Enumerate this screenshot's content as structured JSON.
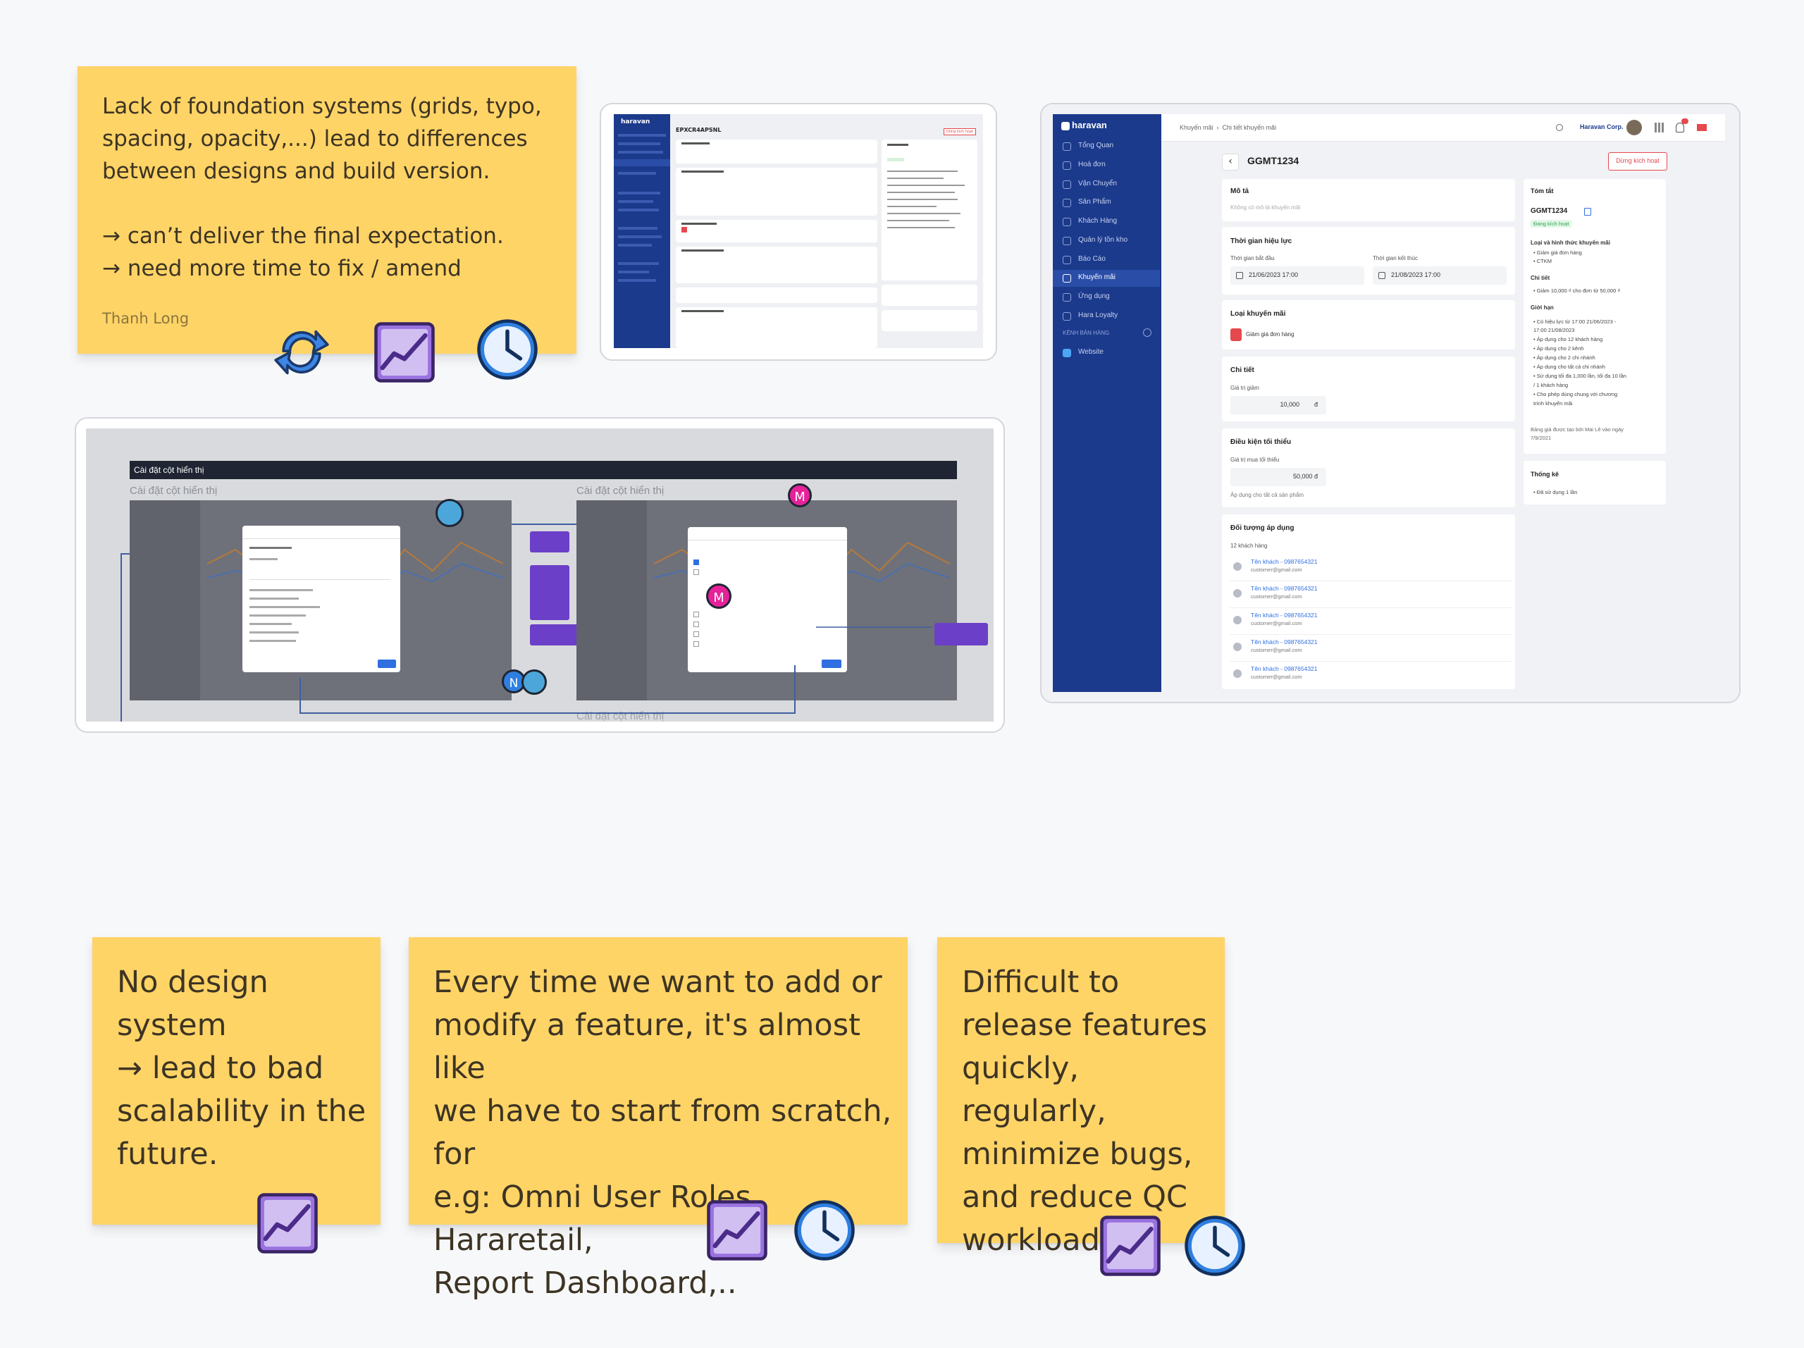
{
  "notes": {
    "foundation": {
      "text": "Lack of foundation systems (grids, typo,\nspacing, opacity,...) lead to differences\nbetween designs and build version.\n\n→ can’t deliver the final expectation.\n→ need more time to fix / amend",
      "author": "Thanh Long"
    },
    "design_system": {
      "text": "No design system\n→ lead to bad\nscalability in the\nfuture."
    },
    "scratch": {
      "text": "Every time we want to add or\nmodify a feature, it's almost like\nwe have to start from scratch, for\ne.g: Omni User Roles, Hararetail,\nReport Dashboard,.."
    },
    "release": {
      "text": "Difficult to\nrelease features\nquickly, regularly,\nminimize bugs,\nand reduce QC\nworkload"
    }
  },
  "reactions": {
    "icons": [
      "repeat-arrows-icon",
      "chart-increasing-icon",
      "clock-icon"
    ],
    "colors": {
      "purple": "#8a63d2",
      "blue": "#2f7fe0",
      "clock_face": "#e8f1ff"
    }
  },
  "mockup_small": {
    "brand": "haravan",
    "code": "EPXCR4APSNL",
    "activate_button": "Dừng kích hoạt"
  },
  "mockup_display_settings": {
    "header": "Cài đặt cột hiển thị",
    "label_left": "Cài đặt cột hiển thị",
    "label_right": "Cài đặt cột hiển thị",
    "label_bottom": "Cài đặt cột hiển thị",
    "avatars": [
      "M",
      "M",
      "N"
    ],
    "colors": {
      "magenta": "#e6219a",
      "purple": "#6b3fc7",
      "navy": "#1f2533"
    }
  },
  "mockup_promo": {
    "brand": "haravan",
    "breadcrumb": [
      "Khuyến mãi",
      "Chi tiết khuyến mãi"
    ],
    "account": "Haravan Corp.",
    "title": "GGMT1234",
    "stop_button": "Dừng kích hoạt",
    "sidebar": [
      {
        "label": "Tổng Quan",
        "icon": "trend-icon"
      },
      {
        "label": "Hoá đơn",
        "icon": "cart-icon"
      },
      {
        "label": "Vận Chuyển",
        "icon": "truck-icon"
      },
      {
        "label": "Sản Phẩm",
        "icon": "tag-icon"
      },
      {
        "label": "Khách Hàng",
        "icon": "user-icon"
      },
      {
        "label": "Quản lý tồn kho",
        "icon": "box-icon"
      },
      {
        "label": "Báo Cáo",
        "icon": "report-icon"
      },
      {
        "label": "Khuyến mãi",
        "icon": "promo-icon",
        "active": true
      },
      {
        "label": "Ứng dụng",
        "icon": "apps-icon"
      },
      {
        "label": "Hara Loyalty",
        "icon": "loyalty-icon"
      }
    ],
    "channels_label": "KÊNH BÁN HÀNG",
    "channel_website": "Website",
    "description": {
      "heading": "Mô tả",
      "text": "Không có mô tả khuyến mãi"
    },
    "validity": {
      "heading": "Thời gian hiệu lực",
      "start_label": "Thời gian bắt đầu",
      "start_value": "21/06/2023  17:00",
      "end_label": "Thời gian kết thúc",
      "end_value": "21/08/2023  17:00"
    },
    "type": {
      "heading": "Loại khuyến mãi",
      "value": "Giảm giá đơn hàng"
    },
    "detail": {
      "heading": "Chi tiết",
      "label": "Giá trị giảm",
      "value": "10,000",
      "unit": "đ"
    },
    "min_condition": {
      "heading": "Điều kiện tối thiểu",
      "label": "Giá trị mua tối thiểu",
      "value": "50,000 đ",
      "note": "Áp dụng cho tất cả sản phẩm"
    },
    "targets": {
      "heading": "Đối tượng áp dụng",
      "count": "12 khách hàng",
      "rows": [
        {
          "name": "Tên khách - 0987654321",
          "email": "customer@gmail.com"
        },
        {
          "name": "Tên khách - 0987654321",
          "email": "customer@gmail.com"
        },
        {
          "name": "Tên khách - 0987654321",
          "email": "customer@gmail.com"
        },
        {
          "name": "Tên khách - 0987654321",
          "email": "customer@gmail.com"
        },
        {
          "name": "Tên khách - 0987654321",
          "email": "customer@gmail.com"
        }
      ]
    },
    "summary": {
      "heading": "Tóm tắt",
      "code": "GGMT1234",
      "status": "Đang kích hoạt",
      "type_heading": "Loại và hình thức khuyến mãi",
      "type_items": [
        "• Giảm giá đơn hàng",
        "• CTKM"
      ],
      "detail_heading": "Chi tiết",
      "detail_items": [
        "• Giảm 10,000 ₫ cho đơn từ 50,000 ₫"
      ],
      "limit_heading": "Giới hạn",
      "limit_items": [
        "• Có hiệu lực từ 17:00 21/06/2023 -",
        "  17:00 21/08/2023",
        "• Áp dụng cho 12 khách hàng",
        "• Áp dụng cho 2 kênh",
        "• Áp dụng cho 2 chi nhánh",
        "• Áp dụng cho tất cả chi nhánh",
        "• Sử dụng tối đa 1,000 lần, tối đa 10 lần",
        "  / 1 khách hàng",
        "• Cho phép dùng chung với chương",
        "  trình khuyến mãi"
      ],
      "created": "Bảng giá được tạo bởi Mai Lê vào ngày\n7/9/2021"
    },
    "stats": {
      "heading": "Thống kê",
      "item": "• Đã sử dụng 1 lần"
    },
    "colors": {
      "sidebar": "#1b3a8c",
      "sidebar_active": "#2a4ea8",
      "danger": "#e5484d",
      "link": "#2f6fe0",
      "success": "#2ea44f"
    }
  }
}
